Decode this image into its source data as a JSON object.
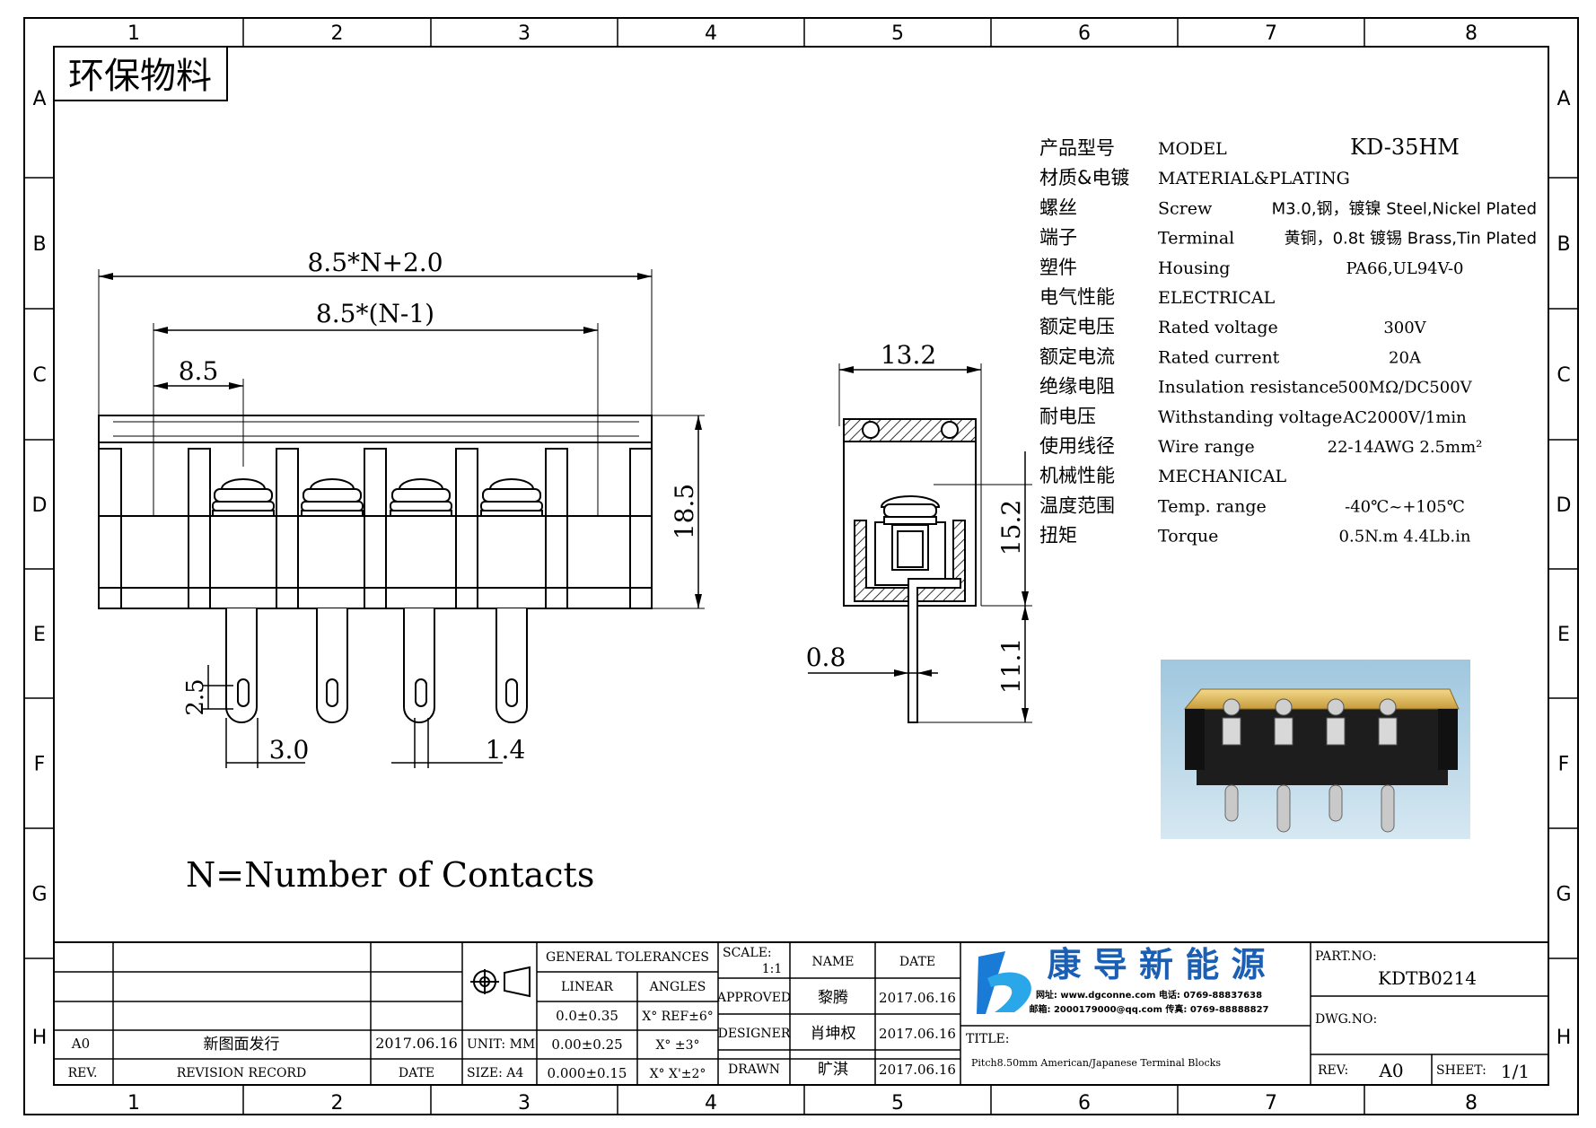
{
  "frame": {
    "columns": [
      "1",
      "2",
      "3",
      "4",
      "5",
      "6",
      "7",
      "8"
    ],
    "rows": [
      "A",
      "B",
      "C",
      "D",
      "E",
      "F",
      "G",
      "H"
    ]
  },
  "eco_label": "环保物料",
  "dims": {
    "overall": "8.5*N+2.0",
    "span": "8.5*(N-1)",
    "pitch": "8.5",
    "height": "18.5",
    "pin_slot": "2.5",
    "pin_width": "3.0",
    "pin_thick": "1.4",
    "side_width": "13.2",
    "side_body": "15.2",
    "side_pin": "11.1",
    "side_pin_thick": "0.8"
  },
  "note": "N=Number of Contacts",
  "specs": [
    {
      "cn": "产品型号",
      "en": "MODEL",
      "value": "KD-35HM"
    },
    {
      "cn": "材质&电镀",
      "en": "MATERIAL&PLATING",
      "value": ""
    },
    {
      "cn": "螺丝",
      "en": "Screw",
      "value": "M3.0,钢，镀镍 Steel,Nickel Plated"
    },
    {
      "cn": "端子",
      "en": "Terminal",
      "value": "黄铜，0.8t 镀锡 Brass,Tin Plated"
    },
    {
      "cn": "塑件",
      "en": "Housing",
      "value": "PA66,UL94V-0"
    },
    {
      "cn": "电气性能",
      "en": "ELECTRICAL",
      "value": ""
    },
    {
      "cn": "额定电压",
      "en": "Rated voltage",
      "value": "300V"
    },
    {
      "cn": "额定电流",
      "en": "Rated current",
      "value": "20A"
    },
    {
      "cn": "绝缘电阻",
      "en": "Insulation resistance",
      "value": "500MΩ/DC500V"
    },
    {
      "cn": "耐电压",
      "en": "Withstanding voltage",
      "value": "AC2000V/1min"
    },
    {
      "cn": "使用线径",
      "en": "Wire range",
      "value": "22-14AWG 2.5mm²"
    },
    {
      "cn": "机械性能",
      "en": "MECHANICAL",
      "value": ""
    },
    {
      "cn": "温度范围",
      "en": "Temp. range",
      "value": "-40℃~+105℃"
    },
    {
      "cn": "扭矩",
      "en": "Torque",
      "value": "0.5N.m 4.4Lb.in"
    }
  ],
  "title_block": {
    "revisions": [
      {
        "rev": "A0",
        "record": "新图面发行",
        "date": "2017.06.16"
      }
    ],
    "rev_header": "REV.",
    "record_header": "REVISION RECORD",
    "date_header": "DATE",
    "general_tolerances": "GENERAL TOLERANCES",
    "linear": "LINEAR",
    "angles": "ANGLES",
    "tol_linear": [
      "0.0±0.35",
      "0.00±0.25",
      "0.000±0.15"
    ],
    "tol_angles": [
      "X° REF±6°",
      "X° ±3°",
      "X° X'±2°"
    ],
    "unit": "UNIT: MM",
    "size": "SIZE: A4",
    "scale_label": "SCALE:",
    "scale": "1:1",
    "name_header": "NAME",
    "date_col_header": "DATE",
    "approved": "APPROVED",
    "approved_name": "黎腾",
    "approved_date": "2017.06.16",
    "designer": "DESIGNER",
    "designer_name": "肖坤权",
    "designer_date": "2017.06.16",
    "drawn": "DRAWN",
    "drawn_name": "旷淇",
    "drawn_date": "2017.06.16",
    "company": "康 导 新 能 源",
    "company_contact_1": "网址: www.dgconne.com  电话: 0769-88837638",
    "company_contact_2": "邮箱: 2000179000@qq.com  传真: 0769-88888827",
    "title_label": "TITLE:",
    "title": "Pitch8.50mm American/Japanese Terminal Blocks",
    "part_no_label": "PART.NO:",
    "part_no": "KDTB0214",
    "dwg_no_label": "DWG.NO:",
    "rev_label": "REV:",
    "rev_value": "A0",
    "sheet_label": "SHEET:",
    "sheet_value": "1/1"
  }
}
